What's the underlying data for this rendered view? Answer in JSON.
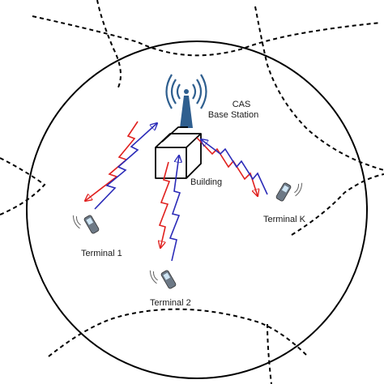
{
  "labels": {
    "base_station_line1": "CAS",
    "base_station_line2": "Base Station",
    "building": "Building",
    "terminal_1": "Terminal 1",
    "terminal_2": "Terminal 2",
    "terminal_k": "Terminal K"
  },
  "colors": {
    "background": "#ffffff",
    "outline": "#000000",
    "downlink": "#e0201e",
    "uplink": "#2b2bb8",
    "antenna": "#2f5f8f",
    "phone_body": "#6d7986",
    "phone_screen": "#cfe6f5"
  },
  "icons": [
    "antenna-tower-icon",
    "building-cube-icon",
    "mobile-phone-icon"
  ]
}
